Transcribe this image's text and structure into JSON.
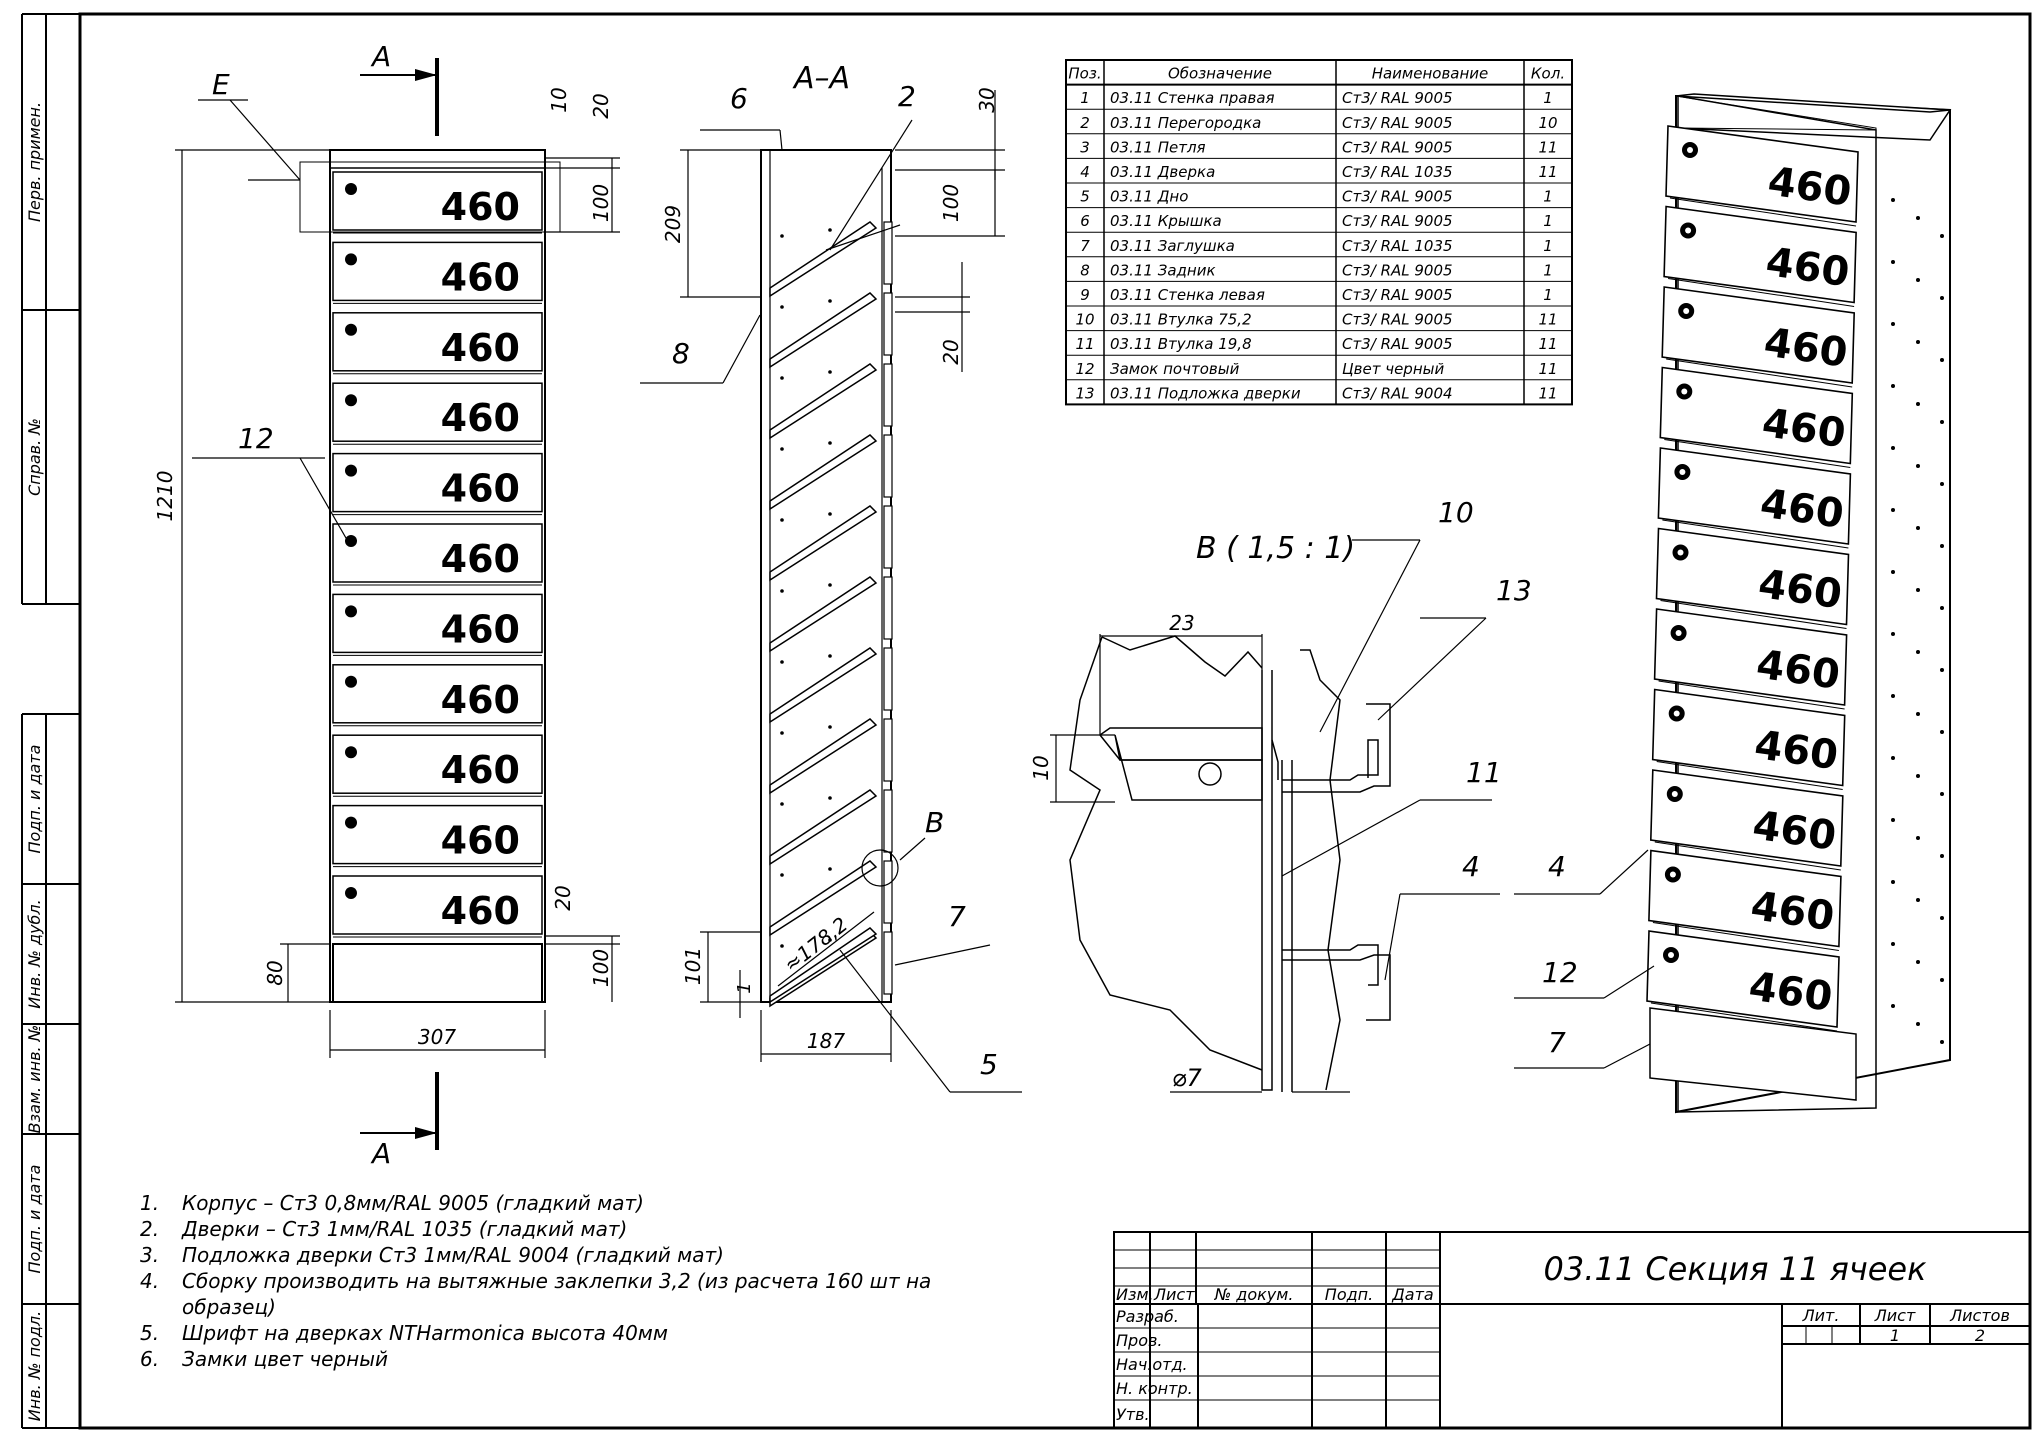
{
  "side_labels": [
    "Перв. примен.",
    "Справ. №",
    "Подп. и дата",
    "Инв. № дубл.",
    "Взам. инв. №",
    "Подп. и дата",
    "Инв. № подл."
  ],
  "section_marks": {
    "a_top": "A",
    "a_bottom": "A",
    "section_title": "A–A",
    "detail_title": "B ( 1,5 : 1)",
    "detail_callout": "B",
    "detail_view_e": "E"
  },
  "front_view": {
    "door_label": "460",
    "door_count": 11,
    "dims": {
      "height_total": "1210",
      "width": "307",
      "top_gap": "10",
      "top_cap": "20",
      "door_pitch": "100",
      "bottom_gap": "20",
      "bottom_block": "100",
      "base": "80"
    }
  },
  "section_view": {
    "dims": {
      "top": "30",
      "pitch": "100",
      "depth_209": "209",
      "gap_20": "20",
      "bottom_101": "101",
      "offset_1": "1",
      "diag": "≈178,2",
      "depth": "187"
    },
    "callouts": [
      "6",
      "2",
      "8",
      "7",
      "5"
    ]
  },
  "detail_view": {
    "dims": {
      "width": "23",
      "height": "10",
      "diameter": "⌀7"
    },
    "callouts": [
      "10",
      "13",
      "11",
      "4"
    ]
  },
  "iso_view": {
    "door_label": "460",
    "door_count": 11,
    "callouts": [
      "4",
      "12",
      "7"
    ]
  },
  "front_callout": "12",
  "bom": {
    "headers": [
      "Поз.",
      "Обозначение",
      "Наименование",
      "Кол."
    ],
    "rows": [
      [
        "1",
        "03.11 Стенка правая",
        "Ст3/ RAL 9005",
        "1"
      ],
      [
        "2",
        "03.11 Перегородка",
        "Ст3/ RAL 9005",
        "10"
      ],
      [
        "3",
        "03.11 Петля",
        "Ст3/ RAL 9005",
        "11"
      ],
      [
        "4",
        "03.11 Дверка",
        "Ст3/ RAL 1035",
        "11"
      ],
      [
        "5",
        "03.11 Дно",
        "Ст3/ RAL 9005",
        "1"
      ],
      [
        "6",
        "03.11 Крышка",
        "Ст3/ RAL 9005",
        "1"
      ],
      [
        "7",
        "03.11 Заглушка",
        "Ст3/ RAL 1035",
        "1"
      ],
      [
        "8",
        "03.11 Задник",
        "Ст3/ RAL 9005",
        "1"
      ],
      [
        "9",
        "03.11 Стенка левая",
        "Ст3/ RAL 9005",
        "1"
      ],
      [
        "10",
        "03.11 Втулка 75,2",
        "Ст3/ RAL 9005",
        "11"
      ],
      [
        "11",
        "03.11 Втулка 19,8",
        "Ст3/ RAL 9005",
        "11"
      ],
      [
        "12",
        "Замок почтовый",
        "Цвет черный",
        "11"
      ],
      [
        "13",
        "03.11 Подложка дверки",
        "Ст3/ RAL 9004",
        "11"
      ]
    ]
  },
  "notes": [
    {
      "n": "1.",
      "text": "Корпус – Ст3 0,8мм/RAL 9005 (гладкий мат)"
    },
    {
      "n": "2.",
      "text": "Дверки – Ст3 1мм/RAL 1035 (гладкий мат)"
    },
    {
      "n": "3.",
      "text": "Подложка дверки Ст3 1мм/RAL 9004 (гладкий мат)"
    },
    {
      "n": "4.",
      "text": "Сборку производить на вытяжные заклепки 3,2 (из расчета 160 шт на образец)"
    },
    {
      "n": "5.",
      "text": "Шрифт на дверках NTHarmonica высота 40мм"
    },
    {
      "n": "6.",
      "text": "Замки цвет черный"
    }
  ],
  "title_block": {
    "title": "03.11 Секция 11 ячеек",
    "col_headers": [
      "Изм.",
      "Лист",
      "№ докум.",
      "Подп.",
      "Дата"
    ],
    "row_labels": [
      "Разраб.",
      "Пров.",
      "Нач.отд.",
      "Н. контр.",
      "Утв."
    ],
    "lit_label": "Лит.",
    "sheet_label": "Лист",
    "sheets_label": "Листов",
    "sheet": "1",
    "sheets": "2"
  }
}
